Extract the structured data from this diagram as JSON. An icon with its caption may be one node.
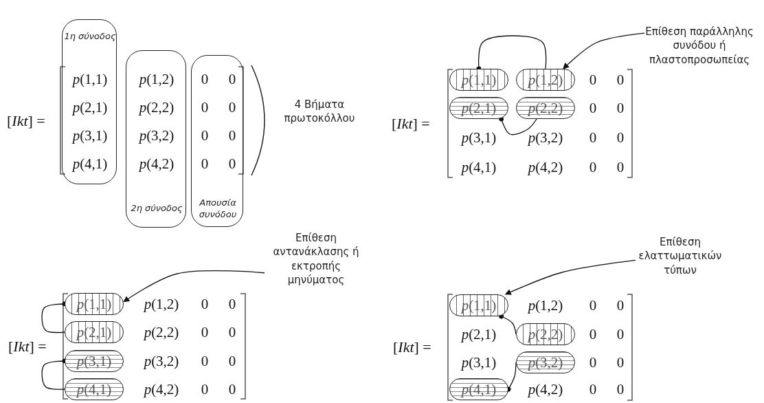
{
  "diagram": {
    "nodes": [
      {
        "text": [
          "1η σύνοδος",
          "*p*(1,1)",
          "*p*(2,1)",
          "*p*(3,1)",
          "*p*(4,1)"
        ]
      },
      {
        "text": [
          "*p*(1,2)",
          "*p*(2,2)",
          "*p*(3,2)",
          "*p*(4,2)",
          "2η σύνοδος"
        ]
      },
      {
        "text": [
          "0",
          "0",
          "0",
          "0",
          "0",
          "0",
          "0",
          "0",
          "Απουσία συνόδου"
        ]
      },
      {
        "text": [
          "Επίθεση παράλληλης συνόδου ή πλαστοπροσωπείας"
        ]
      },
      {
        "text": [
          "*p*(1,1)"
        ]
      },
      {
        "text": [
          "*p*(1,2)"
        ]
      },
      {
        "text": [
          "*p*(2,1)"
        ]
      },
      {
        "text": [
          "*p*(2,2)"
        ]
      },
      {
        "text": [
          "Επίθεση αντανάκλασης ή εκτροπής μηνύματος"
        ]
      },
      {
        "text": [
          "*p*(1,1)"
        ]
      },
      {
        "text": [
          "*p*(2,1)"
        ]
      },
      {
        "text": [
          "*p*(3,1)"
        ]
      },
      {
        "text": [
          "*p*(4,1)"
        ]
      },
      {
        "text": [
          "Επίθεση ελαττωματικών τύπων"
        ]
      },
      {
        "text": [
          "*p*(1,1)"
        ]
      },
      {
        "text": [
          "*p*(2,2)"
        ]
      },
      {
        "text": [
          "*p*(3,2)"
        ]
      },
      {
        "text": [
          "*p*(4,1)"
        ]
      }
    ],
    "edges": [
      {
        "from": 3,
        "to": 5,
        "arrow": "to"
      },
      {
        "from": 4,
        "to": 5,
        "arrow": "other"
      },
      {
        "from": 6,
        "to": 7,
        "arrow": "other"
      },
      {
        "from": 8,
        "to": 9,
        "arrow": "to"
      },
      {
        "from": 9,
        "to": 10,
        "arrow": "other"
      },
      {
        "from": 11,
        "to": 12,
        "arrow": "other"
      },
      {
        "from": 13,
        "to": 14,
        "arrow": "to"
      },
      {
        "from": 14,
        "to": 15,
        "arrow": "other"
      },
      {
        "from": 17,
        "to": 16,
        "arrow": "other"
      }
    ],
    "labels": [
      "[*Ikt*] =",
      "4 Βήματα πρωτοκόλλου",
      "[*Ikt*] =",
      "0",
      "0",
      "0",
      "0",
      "*p*(3,1)",
      "*p*(3,2)",
      "0",
      "0",
      "*p*(4,1)",
      "*p*(4,2)",
      "0",
      "0",
      "[*Ikt*] =",
      "*p*(1,2)",
      "0",
      "0",
      "*p*(2,2)",
      "0",
      "0",
      "*p*(3,2)",
      "0",
      "0",
      "*p*(4,2)",
      "0",
      "0",
      "[*Ikt*] =",
      "*p*(1,2)",
      "0",
      "0",
      "*p*(2,1)",
      "0",
      "0",
      "*p*(3,1)",
      "0",
      "0",
      "*p*(4,2)",
      "0",
      "0"
    ]
  }
}
